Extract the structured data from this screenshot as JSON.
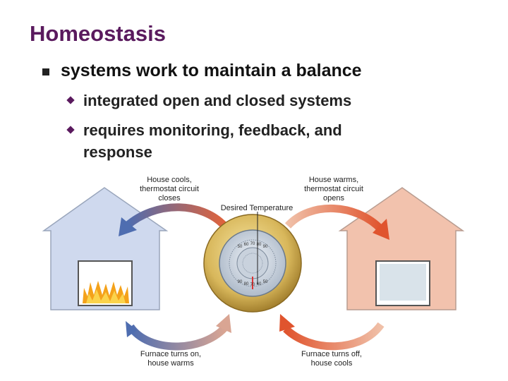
{
  "slide": {
    "title": "Homeostasis",
    "bullet": "systems work to maintain a balance",
    "subbullets": [
      "integrated open and closed systems",
      "requires monitoring, feedback, and",
      "response"
    ]
  },
  "diagram": {
    "labels": {
      "top_left": [
        "House cools,",
        "thermostat circuit",
        "closes"
      ],
      "top_right": [
        "House warms,",
        "thermostat circuit",
        "opens"
      ],
      "center": "Desired Temperature",
      "bottom_left": [
        "Furnace turns on,",
        "house warms"
      ],
      "bottom_right": [
        "Furnace turns off,",
        "house cools"
      ]
    },
    "dial_top": [
      "50",
      "60",
      "70",
      "80",
      "90"
    ],
    "dial_bottom": [
      "90",
      "80",
      "70",
      "60",
      "50"
    ],
    "colors": {
      "cool": "#cfd9ee",
      "warm": "#f2c2ad",
      "arrow_cool": "#5e79b4",
      "arrow_warm": "#e0633c"
    }
  }
}
